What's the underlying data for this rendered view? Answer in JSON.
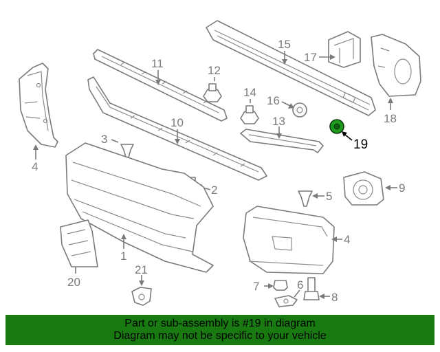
{
  "callouts": {
    "c1": "1",
    "c2": "2",
    "c3": "3",
    "c4_left": "4",
    "c4_right": "4",
    "c5": "5",
    "c6": "6",
    "c7": "7",
    "c8": "8",
    "c9": "9",
    "c10": "10",
    "c11": "11",
    "c12": "12",
    "c13": "13",
    "c14": "14",
    "c15": "15",
    "c16": "16",
    "c17": "17",
    "c18": "18",
    "c19": "19",
    "c20": "20",
    "c21": "21"
  },
  "highlight_part": "19",
  "colors": {
    "banner_bg": "#1a7a12",
    "highlight_fill": "#1e9a1e",
    "line": "#7a7a7a"
  },
  "banner": {
    "line1": "Part or sub-assembly is #19 in diagram",
    "line2": "Diagram may not be specific to your vehicle"
  }
}
